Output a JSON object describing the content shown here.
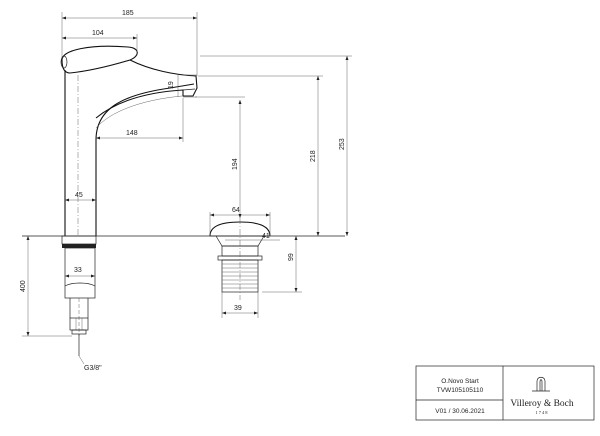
{
  "dimensions": {
    "d185": "185",
    "d104": "104",
    "d19": "19",
    "d148": "148",
    "d253": "253",
    "d218": "218",
    "d194": "194",
    "d45": "45",
    "d64": "64",
    "d41": "41",
    "d99": "99",
    "d33": "33",
    "d39": "39",
    "d400": "400",
    "thread": "G3/8\""
  },
  "title_block": {
    "product_name": "O.Novo Start",
    "article_number": "TVW105105110",
    "version": "V01 / 30.06.2021",
    "brand": "Villeroy & Boch",
    "brand_year": "1748"
  }
}
